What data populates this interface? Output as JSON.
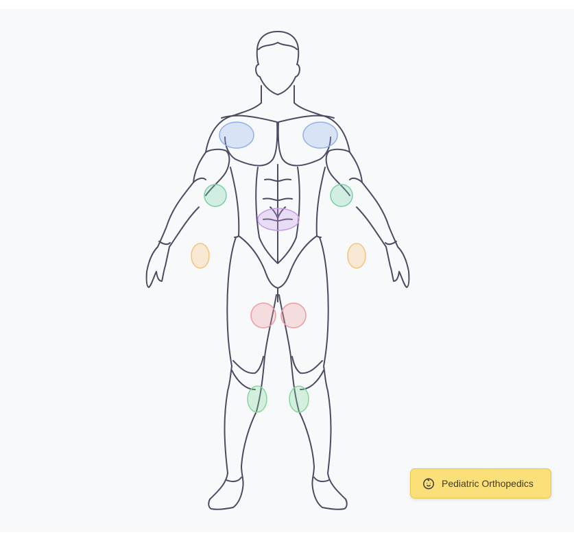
{
  "figure": {
    "outline_color": "#4a4b63"
  },
  "regions": [
    {
      "id": "shoulder-left",
      "color": "#8fb0ea"
    },
    {
      "id": "shoulder-right",
      "color": "#8fb0ea"
    },
    {
      "id": "elbow-left",
      "color": "#7ccfa8"
    },
    {
      "id": "elbow-right",
      "color": "#7ccfa8"
    },
    {
      "id": "spine",
      "color": "#c79ae8"
    },
    {
      "id": "wrist-left",
      "color": "#f5c37a"
    },
    {
      "id": "wrist-right",
      "color": "#f5c37a"
    },
    {
      "id": "hip-left",
      "color": "#ee9aa0"
    },
    {
      "id": "hip-right",
      "color": "#ee9aa0"
    },
    {
      "id": "knee-left",
      "color": "#85d69c"
    },
    {
      "id": "knee-right",
      "color": "#85d69c"
    }
  ],
  "specialty_button": {
    "label": "Pediatric Orthopedics",
    "icon": "baby-face-icon",
    "color": "#fbe07a"
  }
}
